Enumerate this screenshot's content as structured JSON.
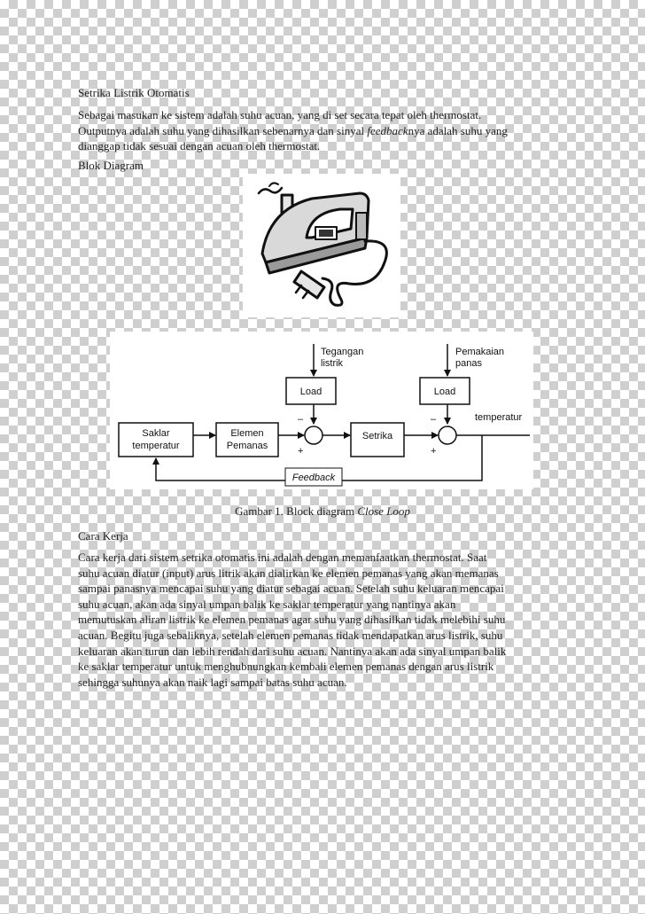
{
  "heading": "Setrika Listrik Otomatis",
  "intro": {
    "line1": "Sebagai masukan ke sistem adalah suhu acuan, yang di set secara tepat oleh thermostat.",
    "line2_before": "Outputnya adalah suhu yang dihasilkan sebenarnya dan sinyal ",
    "line2_italic": "feedback",
    "line2_after": "nya adalah suhu yang",
    "line3": "dianggap tidak sesuai dengan acuan oleh thermostat."
  },
  "blok_heading": "Blok Diagram",
  "diagram": {
    "input1": [
      "Tegangan",
      "listrik"
    ],
    "input2": [
      "Pemakaian",
      "panas"
    ],
    "load1": "Load",
    "load2": "Load",
    "block_saklar": [
      "Saklar",
      "temperatur"
    ],
    "block_elemen": [
      "Elemen",
      "Pemanas"
    ],
    "block_setrika": "Setrika",
    "output": "temperatur",
    "feedback": "Feedback",
    "minus": "–",
    "plus": "+"
  },
  "caption": {
    "prefix": "Gambar 1. Block diagram ",
    "italic": "Close Loop"
  },
  "cara_heading": "Cara Kerja",
  "cara_lines": [
    "Cara kerja dari sistem setrika otomatis ini adalah dengan memanfaatkan thermostat. Saat",
    "suhu acuan diatur (input) arus litrik akan dialirkan ke elemen pemanas yang akan memanas",
    "sampai panasnya mencapai suhu yang diatur sebagai acuan. Setelah suhu keluaran mencapai",
    "suhu acuan, akan ada sinyal umpan balik ke saklar temperatur yang nantinya akan",
    "memutuskan aliran listrik ke elemen pemanas agar suhu yang dihasilkan tidak melebihi suhu",
    "acuan. Begitu juga sebaliknya, setelah elemen pemanas tidak mendapatkan arus listrik, suhu",
    "keluaran akan turun dan lebih rendah dari suhu acuan. Nantinya akan ada sinyal umpan balik",
    "ke saklar temperatur untuk menghubnungkan kembali elemen pemanas dengan arus listrik",
    "sehingga suhunya akan naik lagi sampai batas suhu acuan."
  ]
}
